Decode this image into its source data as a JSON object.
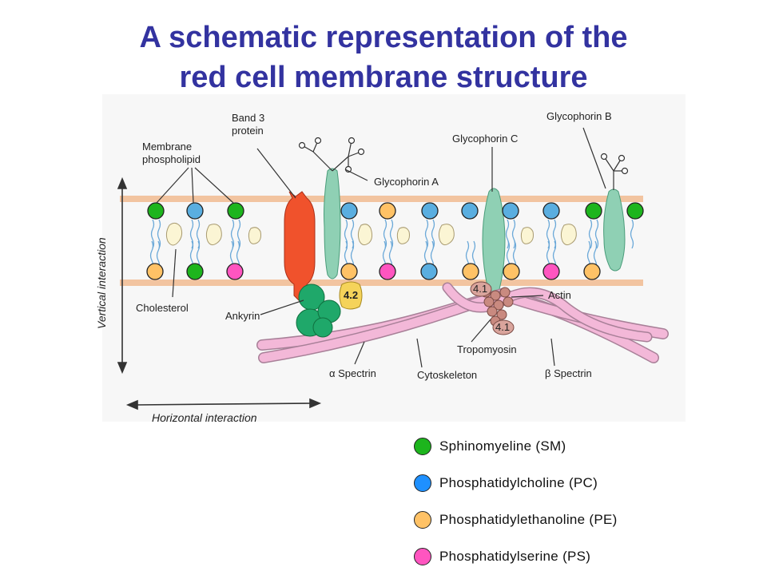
{
  "title": {
    "line1": "A schematic representation of the",
    "line2": "red cell membrane structure"
  },
  "labels": {
    "band3": [
      "Band 3",
      "protein"
    ],
    "membrane_phospholipid": [
      "Membrane",
      "phospholipid"
    ],
    "glycophorin_a": "Glycophorin A",
    "glycophorin_b": "Glycophorin B",
    "glycophorin_c": "Glycophorin C",
    "cholesterol": "Cholesterol",
    "ankyrin": "Ankyrin",
    "protein_42": "4.2",
    "protein_41_top": "4.1",
    "protein_41_bottom": "4.1",
    "actin": "Actin",
    "tropomyosin": "Tropomyosin",
    "alpha_spectrin": "α Spectrin",
    "cytoskeleton": "Cytoskeleton",
    "beta_spectrin": "β Spectrin",
    "vertical_interaction": "Vertical interaction",
    "horizontal_interaction": "Horizontal interaction"
  },
  "legend": [
    {
      "label": "Sphinomyeline (SM)",
      "color": "#1db51d"
    },
    {
      "label": "Phosphatidylcholine (PC)",
      "color": "#1e90ff"
    },
    {
      "label": "Phosphatidylethanoline (PE)",
      "color": "#ffc266"
    },
    {
      "label": "Phosphatidylserine (PS)",
      "color": "#ff55c0"
    }
  ],
  "colors": {
    "title": "#3333a0",
    "membrane_band": "#f2c4a0",
    "band3": "#f0522c",
    "glycophorin": "#8fd0b4",
    "ankyrin": "#1fa86a",
    "protein42": "#f5d35a",
    "spectrin": "#f3b8d8",
    "actin": "#c98a80",
    "lipid_blue": "#6aa8d8",
    "cholesterol": "#fbf5d4",
    "head_blue": "#5aaee0"
  }
}
